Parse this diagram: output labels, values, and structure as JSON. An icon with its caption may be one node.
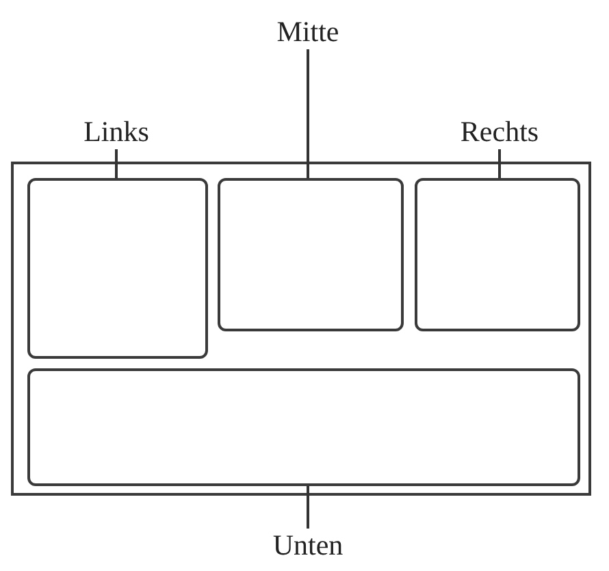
{
  "diagram": {
    "nodes": [
      {
        "text": [],
        "shape": "box"
      },
      {
        "text": [],
        "shape": "box",
        "in": 0
      },
      {
        "text": [],
        "shape": "box",
        "in": 0
      },
      {
        "text": [],
        "shape": "box",
        "in": 0
      },
      {
        "text": [],
        "shape": "box",
        "in": 0
      },
      {
        "text": [
          "Links"
        ]
      },
      {
        "text": [
          "Mitte"
        ]
      },
      {
        "text": [
          "Rechts"
        ]
      },
      {
        "text": [
          "Unten"
        ]
      }
    ],
    "edges": [
      {
        "from": 5,
        "to": 1,
        "arrow": "none"
      },
      {
        "from": 6,
        "to": 2,
        "arrow": "none"
      },
      {
        "from": 7,
        "to": 3,
        "arrow": "none"
      },
      {
        "from": 8,
        "to": 4,
        "arrow": "none"
      }
    ]
  }
}
